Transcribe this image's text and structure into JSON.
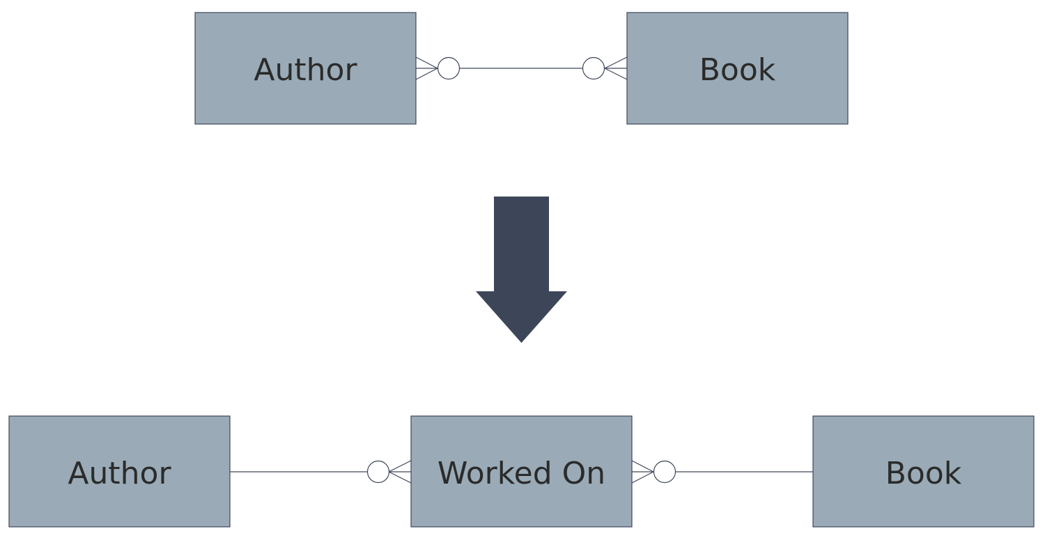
{
  "colors": {
    "entity_fill": "#9aabb7",
    "entity_stroke": "#3d4659",
    "text": "#2b2b2b",
    "line": "#3d4659",
    "arrow": "#3d4659"
  },
  "before": {
    "entities": {
      "author": "Author",
      "book": "Book"
    },
    "relationship": {
      "author_end": "zero-or-many",
      "book_end": "zero-or-many"
    }
  },
  "transform_arrow": "down-arrow-icon",
  "after": {
    "entities": {
      "author": "Author",
      "worked_on": "Worked On",
      "book": "Book"
    },
    "relationships": [
      {
        "from": "Author",
        "to": "Worked On",
        "to_end": "zero-or-many"
      },
      {
        "from": "Worked On",
        "to": "Book",
        "from_end": "zero-or-many"
      }
    ]
  }
}
